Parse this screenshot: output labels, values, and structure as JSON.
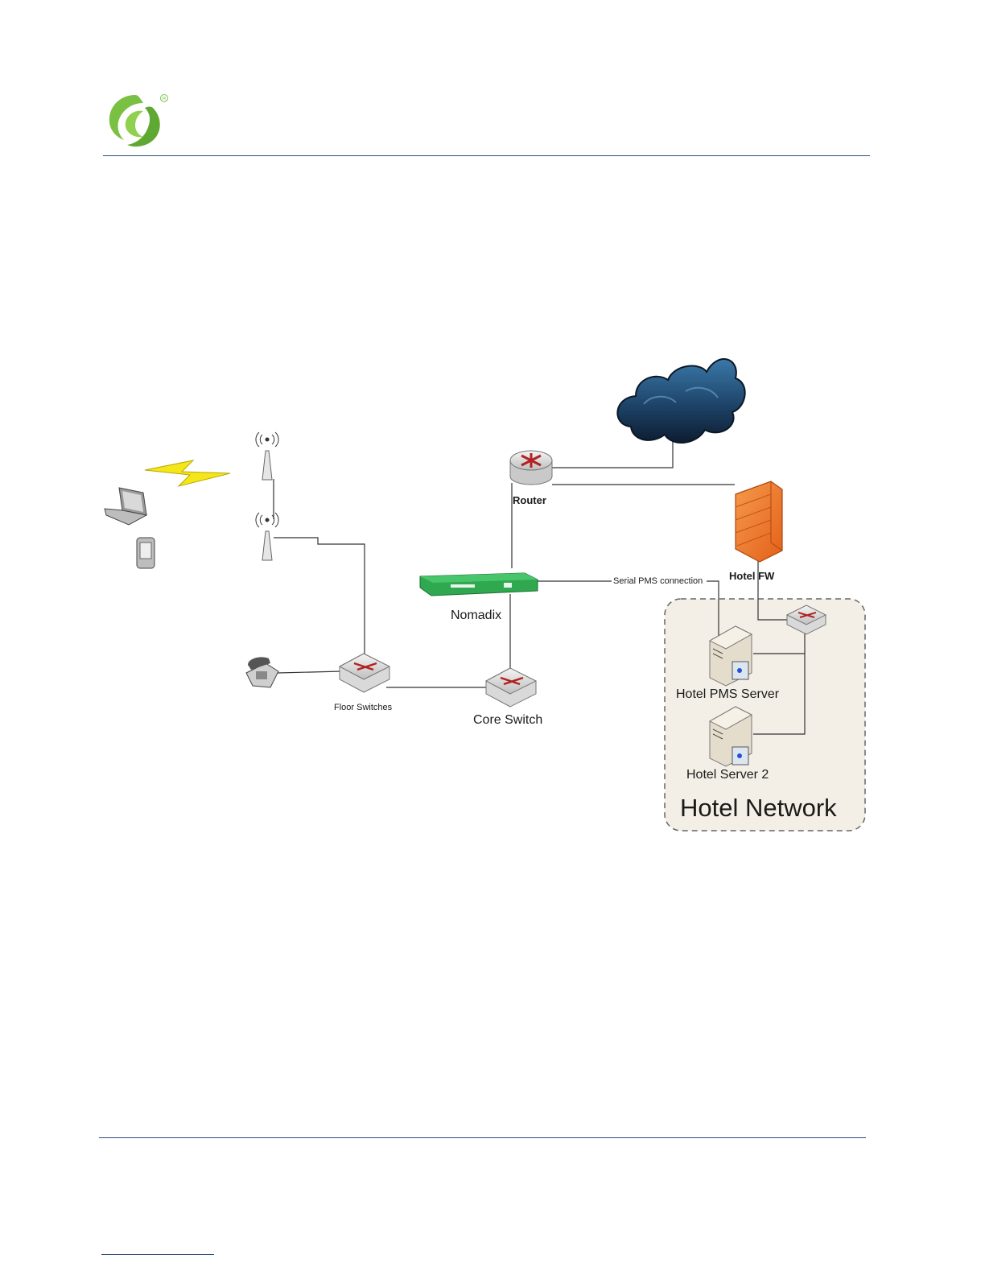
{
  "colors": {
    "header_rule": "#2b4a7d",
    "logo_green": "#7ac143",
    "nomadix_green": "#2fa84f",
    "firewall_orange": "#f07a2a",
    "cloud_blue": "#1f4f7a",
    "hotel_network_bg": "#f3efe6",
    "link_line": "#333333"
  },
  "icons": {
    "logo": "company-logo-icon",
    "cloud": "internet-cloud-icon",
    "router": "router-icon",
    "firewall": "firewall-icon",
    "nomadix": "nomadix-gateway-icon",
    "switch": "network-switch-icon",
    "access_point": "wireless-access-point-icon",
    "laptop": "laptop-icon",
    "pda": "handheld-device-icon",
    "phone": "telephone-icon",
    "server": "server-icon",
    "wireless_link": "lightning-bolt-icon"
  },
  "labels": {
    "router": "Router",
    "hotel_fw": "Hotel FW",
    "nomadix": "Nomadix",
    "serial_pms": "Serial PMS connection",
    "floor_switches": "Floor Switches",
    "core_switch": "Core Switch",
    "hotel_pms_server": "Hotel PMS Server",
    "hotel_server_2": "Hotel Server 2",
    "hotel_network": "Hotel Network"
  }
}
